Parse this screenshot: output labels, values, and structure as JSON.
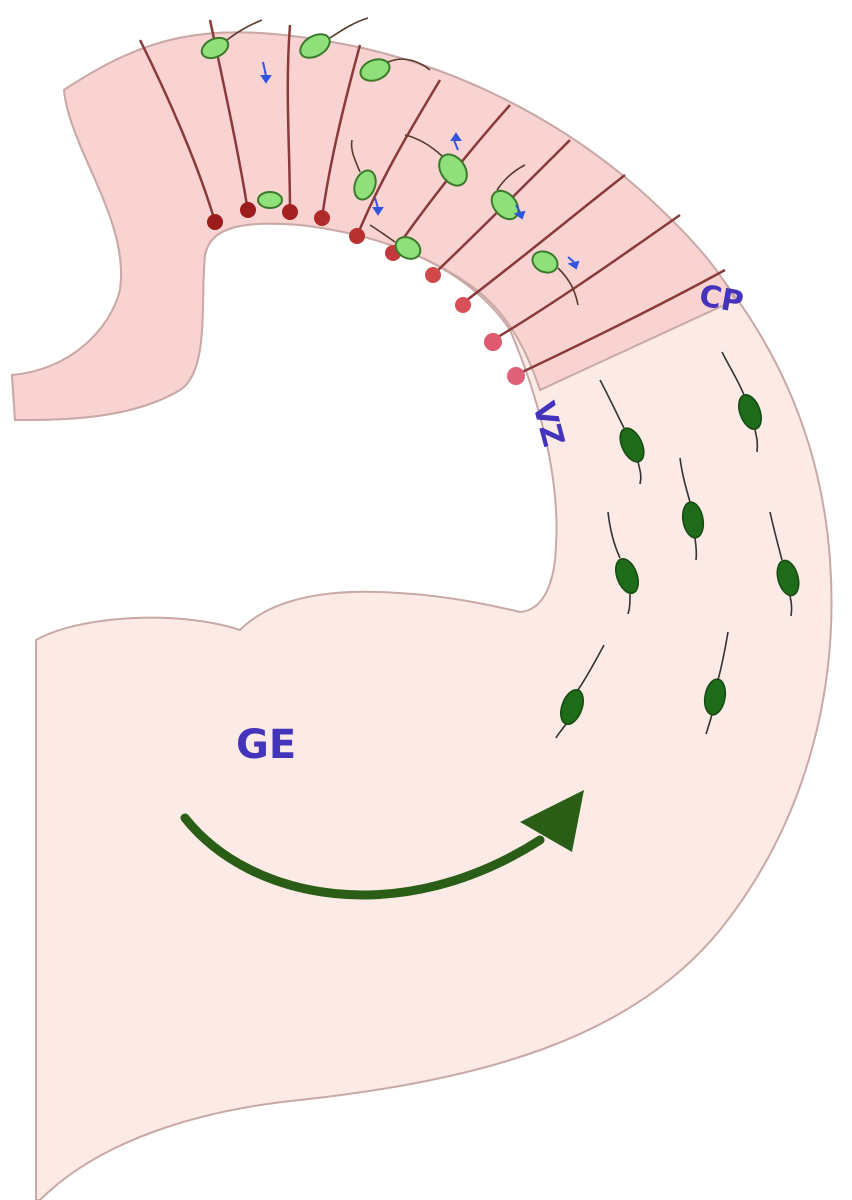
{
  "labels": {
    "cp": "CP",
    "vz": "VZ",
    "ge": "GE"
  },
  "colors": {
    "upper_tissue": "#f9d3d2",
    "lower_tissue": "#fbeae6",
    "outline": "#c9a9a6",
    "radial_glia_fiber": "#8a3a3a",
    "radial_glia_soma_dark": "#9c1c1c",
    "radial_glia_soma_light": "#e0607a",
    "radial_neuron": "#8fe07a",
    "tangential_neuron": "#1e6b1a",
    "migration_arrow": "#2a5e16",
    "label": "#4433bb",
    "small_arrow": "#3355dd"
  },
  "icons": {
    "arrow": "curved-arrow-icon",
    "small_arrow": "small-migration-arrow-icon"
  }
}
